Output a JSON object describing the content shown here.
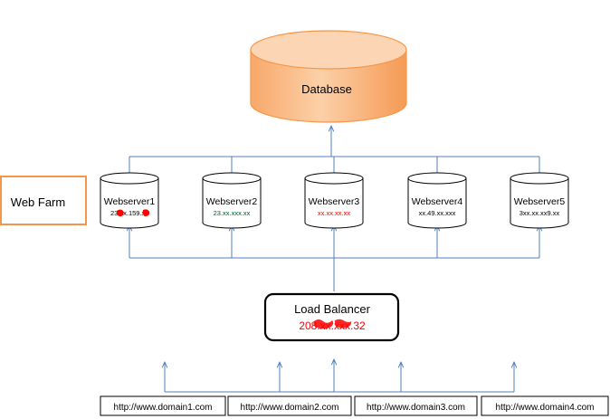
{
  "database": {
    "label": "Database"
  },
  "web_farm": {
    "label": "Web Farm"
  },
  "servers": [
    {
      "name": "Webserver1",
      "ip": "23.xx.159.xx"
    },
    {
      "name": "Webserver2",
      "ip": "23.xx.xxx.xx"
    },
    {
      "name": "Webserver3",
      "ip": "xx.xx.xx.xx"
    },
    {
      "name": "Webserver4",
      "ip": "xx.49.xx.xxx"
    },
    {
      "name": "Webserver5",
      "ip": "3xx.xx.xx9.xx"
    }
  ],
  "load_balancer": {
    "label": "Load Balancer",
    "ip": "208.xx.xxx.32"
  },
  "domains": [
    {
      "url": "http://www.domain1.com"
    },
    {
      "url": "http://www.domain2.com"
    },
    {
      "url": "http://www.domain3.com"
    },
    {
      "url": "http://www.domain4.com"
    }
  ],
  "colors": {
    "line": "#4f81bd",
    "database_fill": "#fbc69a",
    "database_top": "#fcd5b4",
    "database_stroke": "#f79646",
    "web_farm_border": "#f79646",
    "ip_red": "#ff0000",
    "ip_green": "#00602b",
    "redaction": "#ff0000"
  }
}
